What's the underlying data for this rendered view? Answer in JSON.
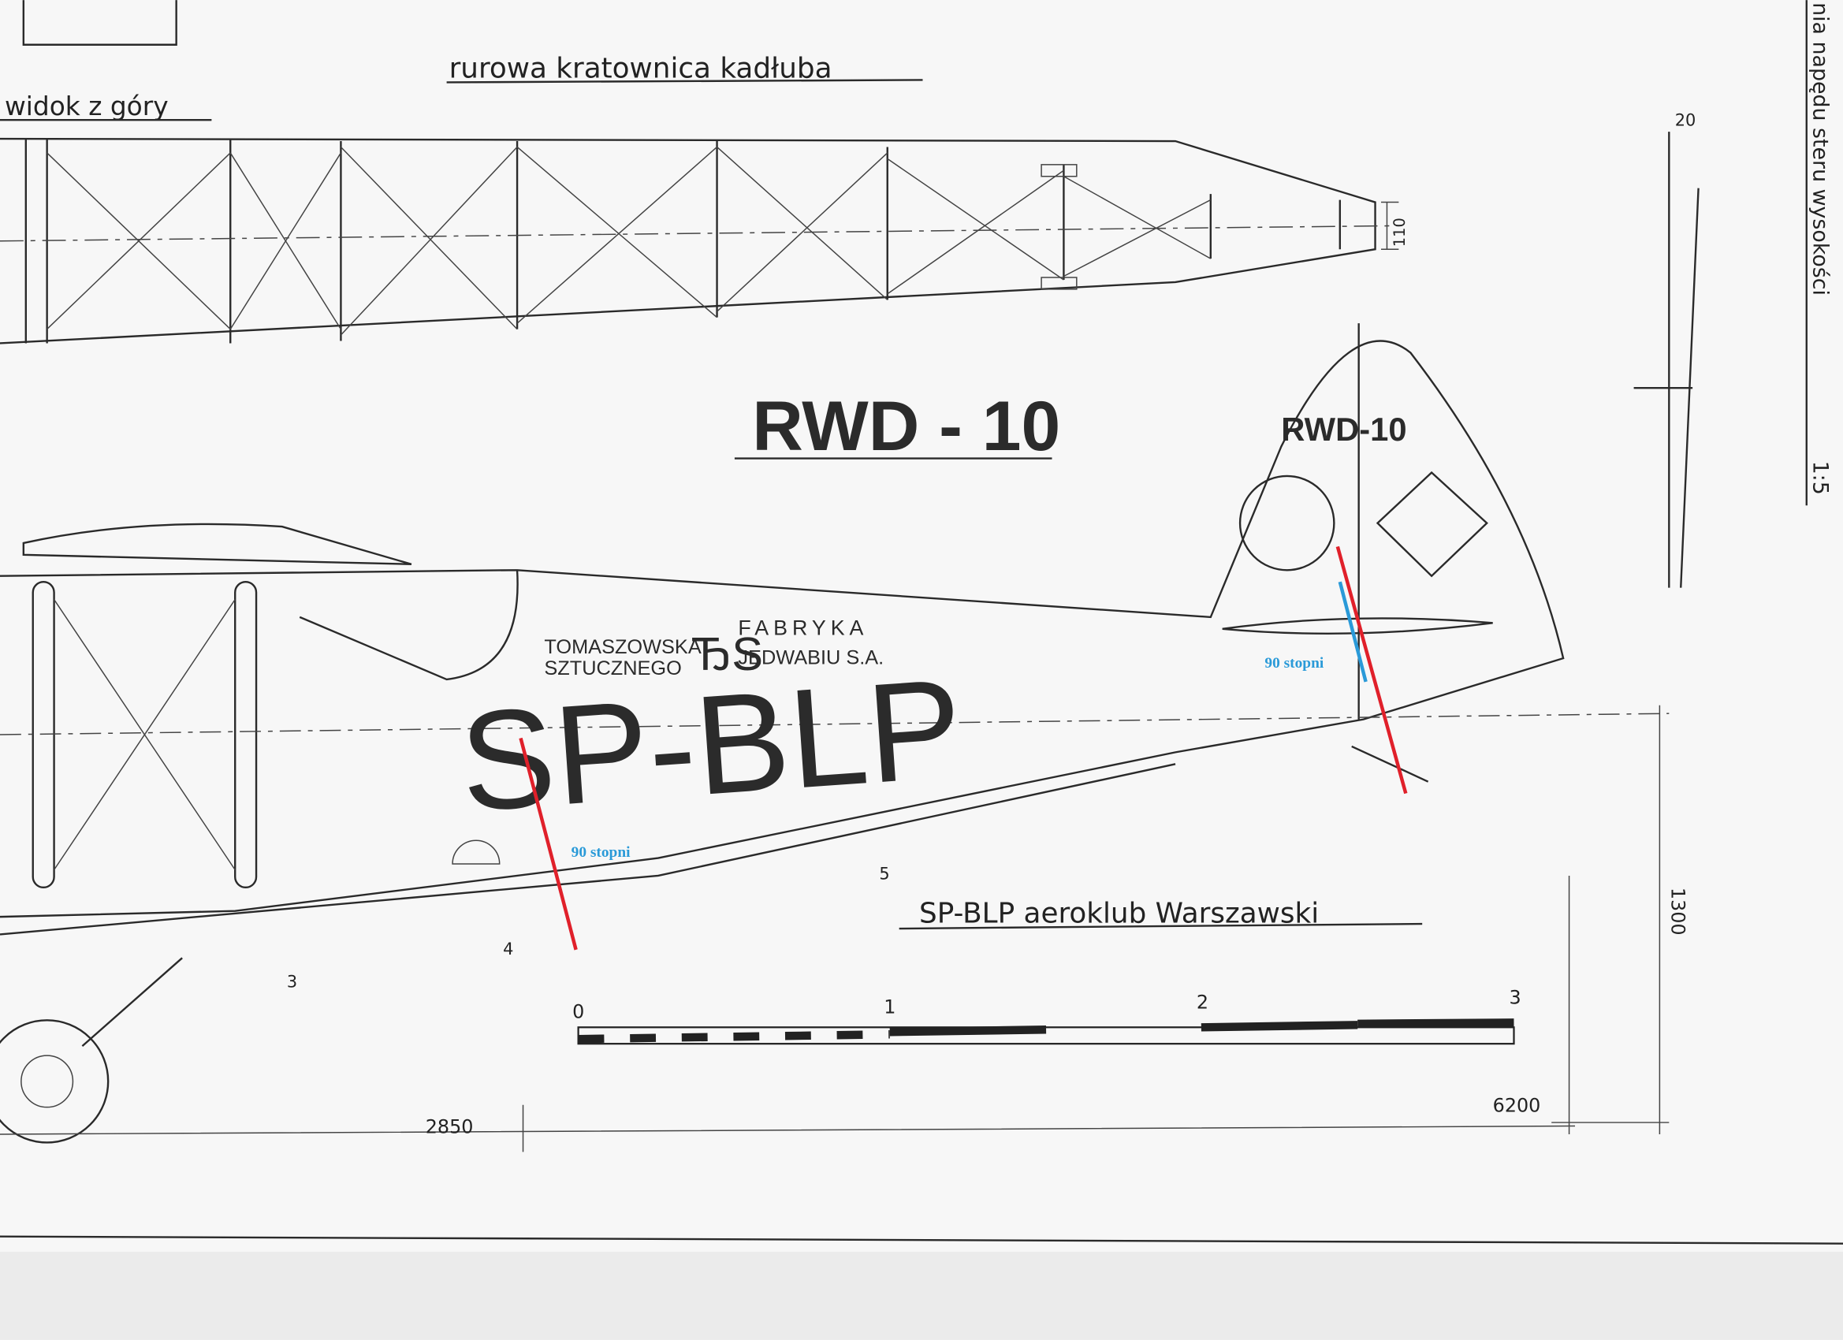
{
  "titles": {
    "truss": "rurowa kratownica kadłuba",
    "top_view": "widok z góry",
    "main": "RWD - 10",
    "subtitle": "SP-BLP aeroklub Warszawski",
    "side_note": "nia napędu steru wysokości",
    "scale_ratio": "1:5"
  },
  "markings": {
    "tail": "RWD-10",
    "registration": "SP-BLP",
    "sponsor_line1_left": "TOMASZOWSKA",
    "sponsor_line2_left": "SZTUCZNEGO",
    "sponsor_line1_right": "FABRYKA",
    "sponsor_line2_right": "JEDWABIU S.A."
  },
  "annotations": {
    "angle_front": "90 stopni",
    "angle_tail": "90 stopni",
    "color_red": "#e0202a",
    "color_blue": "#2a9ad8"
  },
  "scale_bar": {
    "ticks": [
      "0",
      "1",
      "2",
      "3"
    ]
  },
  "dimensions": {
    "front": "2850",
    "rear": "6200",
    "height": "1300",
    "width_top": "20",
    "truss_end": "110"
  },
  "section_marks": [
    "3",
    "4",
    "5"
  ]
}
